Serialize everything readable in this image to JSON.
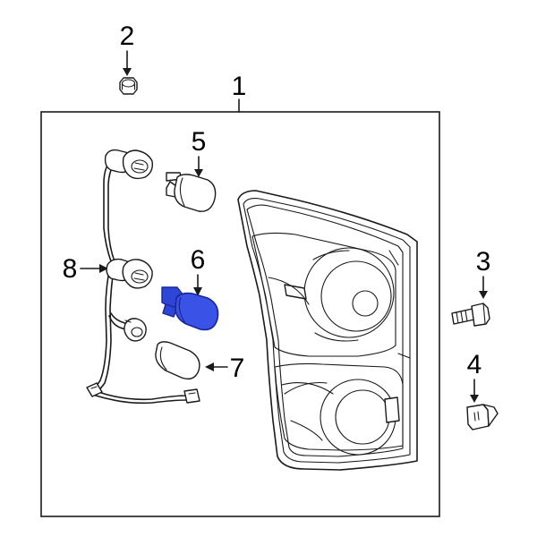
{
  "callouts": [
    {
      "id": "1",
      "label": "1"
    },
    {
      "id": "2",
      "label": "2"
    },
    {
      "id": "3",
      "label": "3"
    },
    {
      "id": "4",
      "label": "4"
    },
    {
      "id": "5",
      "label": "5"
    },
    {
      "id": "6",
      "label": "6"
    },
    {
      "id": "7",
      "label": "7"
    },
    {
      "id": "8",
      "label": "8"
    }
  ],
  "colors": {
    "line": "#1a1a1a",
    "highlight": "#2f45d8",
    "highlight_dark": "#16279a",
    "background": "#ffffff"
  },
  "highlighted_part": "6"
}
